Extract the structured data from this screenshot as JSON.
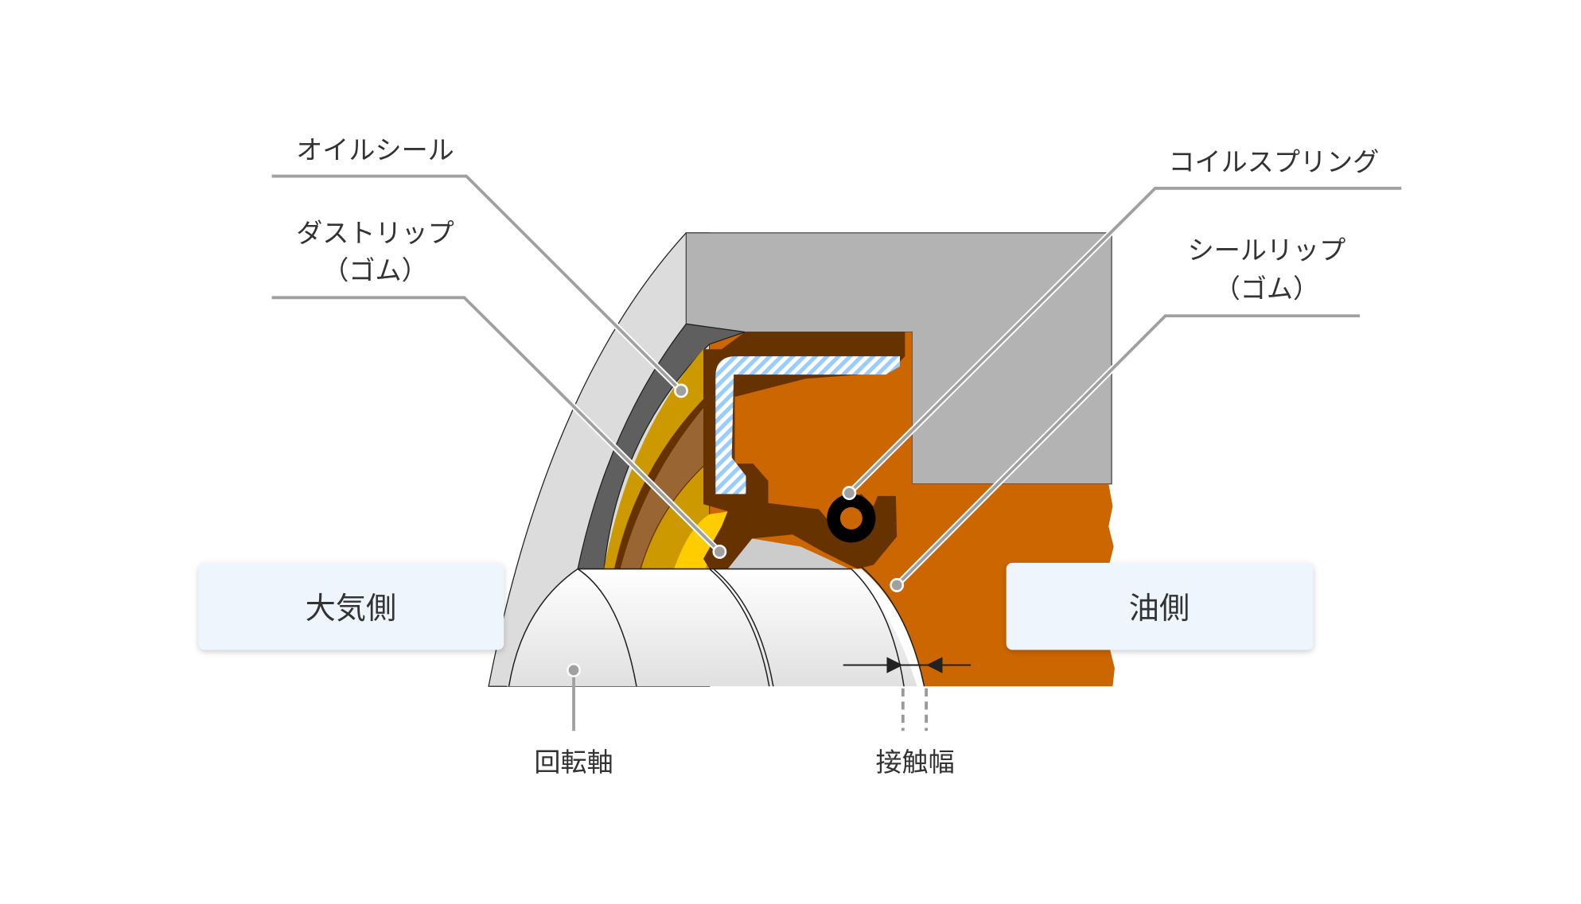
{
  "labels": {
    "oil_seal": "オイルシール",
    "dust_lip_1": "ダストリップ",
    "dust_lip_2": "（ゴム）",
    "coil_spring": "コイルスプリング",
    "seal_lip_1": "シールリップ",
    "seal_lip_2": "（ゴム）",
    "shaft": "回転軸",
    "contact_width": "接触幅"
  },
  "boxes": {
    "air_side": "大気側",
    "oil_side": "油側"
  },
  "colors": {
    "housing": "#b3b3b3",
    "oil": "#cc6600",
    "seal_body": "#663300",
    "dust_lip": "#ffcc00",
    "box_bg": "#eef5fc"
  }
}
